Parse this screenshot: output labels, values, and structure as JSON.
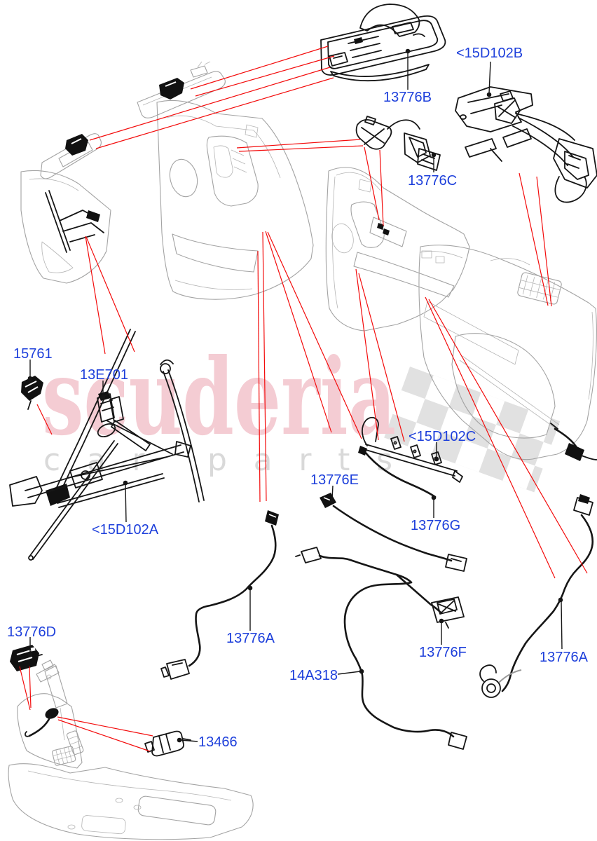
{
  "watermark": {
    "brand": "scuderia",
    "tagline": "car parts",
    "brand_color": "#f4ccd3",
    "tagline_color": "#d9d9d9"
  },
  "colors": {
    "label_blue": "#1d3fdb",
    "callout_red": "#f30b0b",
    "line_art_gray": "#a3a3a3",
    "part_black": "#161616"
  },
  "diagram": {
    "description": "Wiring - door / interior harness exploded parts diagram",
    "icons": [
      {
        "name": "checkered-flag-motif"
      }
    ]
  },
  "labels": [
    {
      "id": "13776B",
      "text": "13776B"
    },
    {
      "id": "15D102B",
      "text": "<15D102B"
    },
    {
      "id": "13776C",
      "text": "13776C"
    },
    {
      "id": "15761",
      "text": "15761"
    },
    {
      "id": "13E701",
      "text": "13E701"
    },
    {
      "id": "15D102A",
      "text": "<15D102A"
    },
    {
      "id": "15D102C",
      "text": "<15D102C"
    },
    {
      "id": "13776E",
      "text": "13776E"
    },
    {
      "id": "13776G",
      "text": "13776G"
    },
    {
      "id": "13776A-left",
      "text": "13776A"
    },
    {
      "id": "14A318",
      "text": "14A318"
    },
    {
      "id": "13776F",
      "text": "13776F"
    },
    {
      "id": "13776A-right",
      "text": "13776A"
    },
    {
      "id": "13776D",
      "text": "13776D"
    },
    {
      "id": "13466",
      "text": "13466"
    }
  ]
}
